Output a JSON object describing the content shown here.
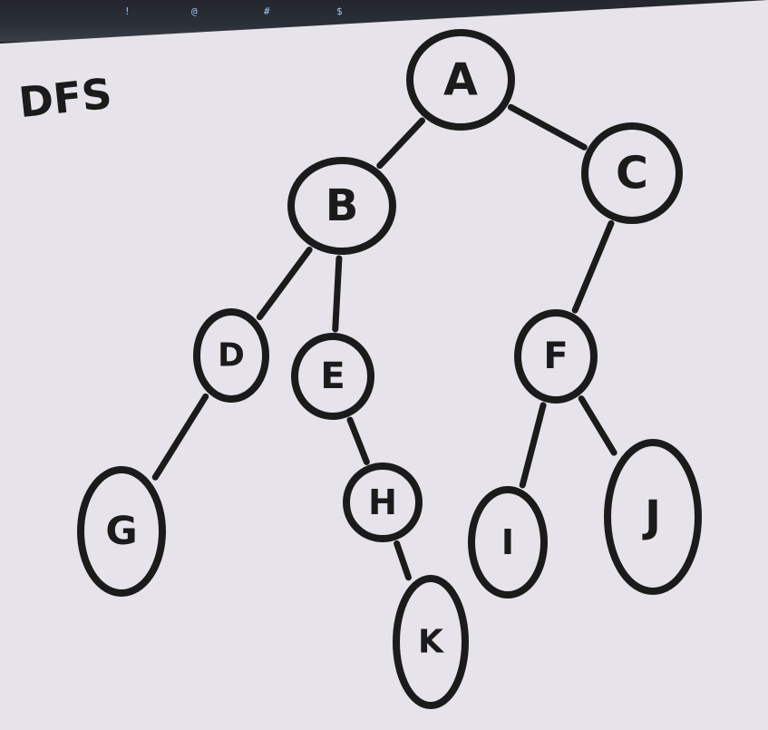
{
  "board": {
    "title": "DFS",
    "ink_color": "#1b1b1b",
    "board_color": "#e6e3ea"
  },
  "keyboard": {
    "glyphs": [
      "!",
      "@",
      "#",
      "$"
    ]
  },
  "tree": {
    "nodes": [
      {
        "id": "A",
        "label": "A"
      },
      {
        "id": "B",
        "label": "B"
      },
      {
        "id": "C",
        "label": "C"
      },
      {
        "id": "D",
        "label": "D"
      },
      {
        "id": "E",
        "label": "E"
      },
      {
        "id": "F",
        "label": "F"
      },
      {
        "id": "G",
        "label": "G"
      },
      {
        "id": "H",
        "label": "H"
      },
      {
        "id": "I",
        "label": "I"
      },
      {
        "id": "J",
        "label": "J"
      },
      {
        "id": "K",
        "label": "K"
      }
    ],
    "edges": [
      {
        "from": "A",
        "to": "B"
      },
      {
        "from": "A",
        "to": "C"
      },
      {
        "from": "B",
        "to": "D"
      },
      {
        "from": "B",
        "to": "E"
      },
      {
        "from": "C",
        "to": "F"
      },
      {
        "from": "D",
        "to": "G"
      },
      {
        "from": "E",
        "to": "H"
      },
      {
        "from": "F",
        "to": "I"
      },
      {
        "from": "F",
        "to": "J"
      },
      {
        "from": "H",
        "to": "K"
      }
    ]
  }
}
